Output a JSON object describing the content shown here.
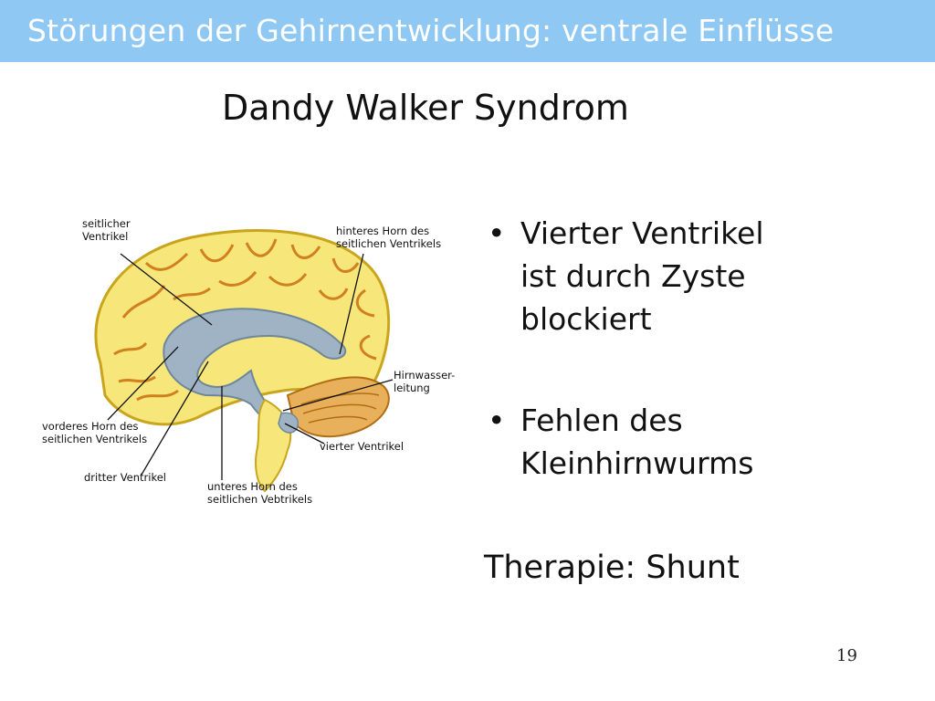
{
  "header": {
    "title": "Störungen der Gehirnentwicklung: ventrale Einflüsse"
  },
  "slide": {
    "title": "Dandy Walker Syndrom"
  },
  "figure": {
    "labels": {
      "lateral_ventricle": [
        "seitlicher",
        "Ventrikel"
      ],
      "posterior_horn": [
        "hinteres Horn des",
        "seitlichen Ventrikels"
      ],
      "aqueduct": [
        "Hirnwasser-",
        "leitung"
      ],
      "anterior_horn": [
        "vorderes Horn des",
        "seitlichen Ventrikels"
      ],
      "fourth_ventricle": [
        "vierter Ventrikel"
      ],
      "third_ventricle": [
        "dritter Ventrikel"
      ],
      "inferior_horn": [
        "unteres Horn des",
        "seitlichen Vebtrikels"
      ]
    }
  },
  "bullets": [
    {
      "lines": [
        "Vierter Ventrikel",
        "ist durch Zyste",
        "blockiert"
      ]
    },
    {
      "lines": [
        "Fehlen des",
        "Kleinhirnwurms"
      ]
    }
  ],
  "therapy": "Therapie: Shunt",
  "page_number": "19",
  "colors": {
    "header_bg": "#8ec8f3",
    "brain_fill": "#f7e67a",
    "brain_gyri": "#d0801e",
    "ventricle": "#9fb3c4"
  }
}
